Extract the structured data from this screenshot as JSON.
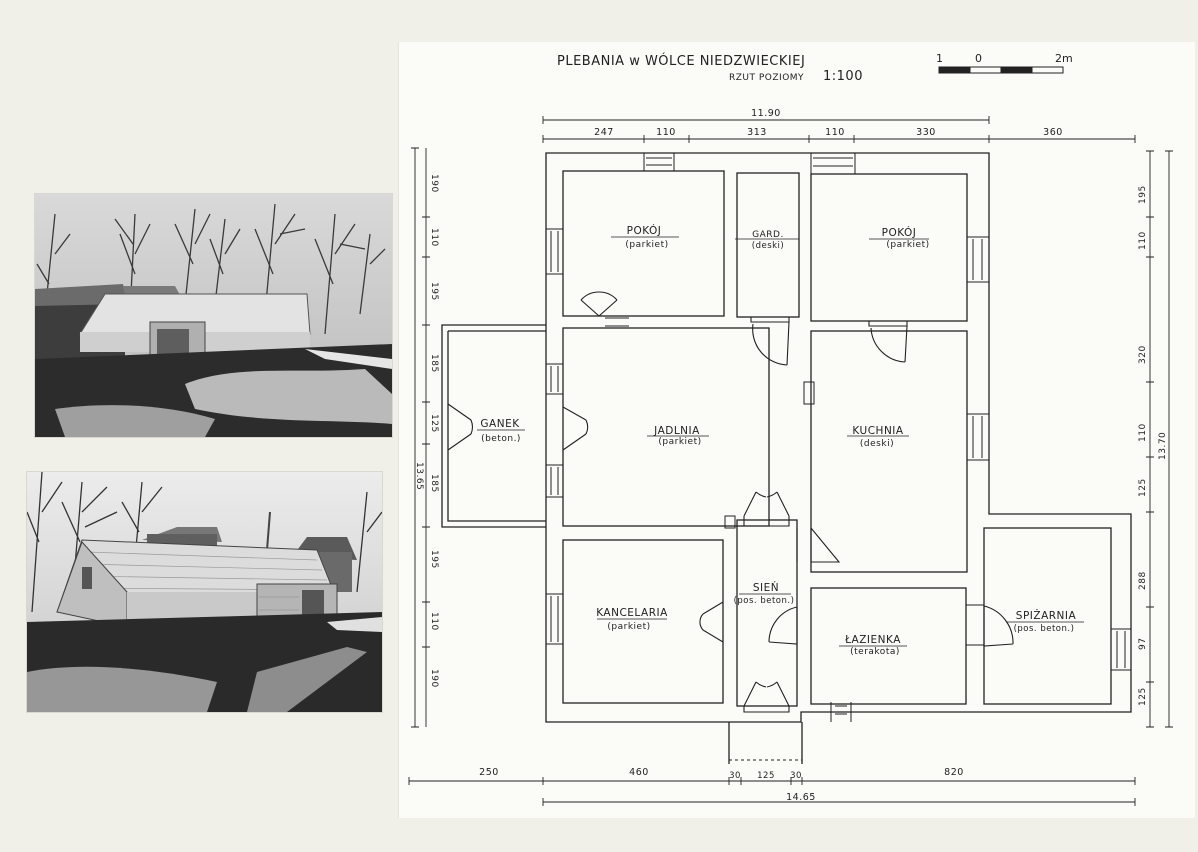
{
  "plan": {
    "title": "PLEBANIA w WÓLCE NIEDZWIECKIEJ",
    "subtitle": "RZUT POZIOMY",
    "scale": "1:100",
    "scale_bar": {
      "left": "1",
      "mid": "0",
      "right": "2m"
    }
  },
  "rooms": [
    {
      "name": "POKÓJ",
      "floor": "(parkiet)"
    },
    {
      "name": "GARD.",
      "floor": "(deski)"
    },
    {
      "name": "POKÓJ",
      "floor": "(parkiet)"
    },
    {
      "name": "GANEK",
      "floor": "(beton.)"
    },
    {
      "name": "JADLNIA",
      "floor": "(parkiet)"
    },
    {
      "name": "KUCHNIA",
      "floor": "(deski)"
    },
    {
      "name": "KANCELARIA",
      "floor": "(parkiet)"
    },
    {
      "name": "SIEŃ",
      "floor": "(pos. beton.)"
    },
    {
      "name": "ŁAZIENKA",
      "floor": "(terakota)"
    },
    {
      "name": "SPIŻARNIA",
      "floor": "(pos. beton.)"
    }
  ],
  "dimensions": {
    "top_total": "11.90",
    "top_parts": [
      "247",
      "110",
      "313",
      "110",
      "330",
      "360"
    ],
    "left_total": "13.65",
    "left_parts": [
      "190",
      "110",
      "195",
      "185",
      "125",
      "185",
      "195",
      "110",
      "190"
    ],
    "right_total": "13.70",
    "right_parts": [
      "195",
      "110",
      "320",
      "110",
      "125",
      "288",
      "97",
      "125"
    ],
    "bottom_parts": [
      "250",
      "460",
      "30",
      "125",
      "30",
      "820"
    ],
    "bottom_total": "14.65"
  }
}
